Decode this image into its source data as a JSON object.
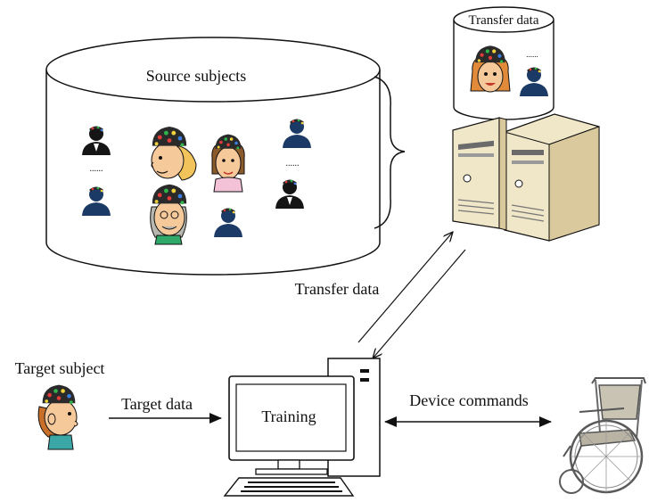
{
  "labels": {
    "source_subjects": "Source subjects",
    "transfer_data_server": "Transfer data",
    "transfer_data_arrow": "Transfer data",
    "target_subject": "Target subject",
    "target_data": "Target data",
    "training": "Training",
    "device_commands": "Device commands",
    "ellipsis_source_left": "......",
    "ellipsis_source_right": "......",
    "ellipsis_server": "......"
  },
  "colors": {
    "outline": "#111111",
    "silhouette_navy": "#1b3a66",
    "silhouette_black": "#111111",
    "skin": "#f6c99a",
    "hair_blonde": "#f1c35a",
    "hair_gray": "#b8b8b0",
    "server_body": "#f0e6c8",
    "server_shade": "#d9c99c",
    "cap": "#2a2a2a"
  }
}
